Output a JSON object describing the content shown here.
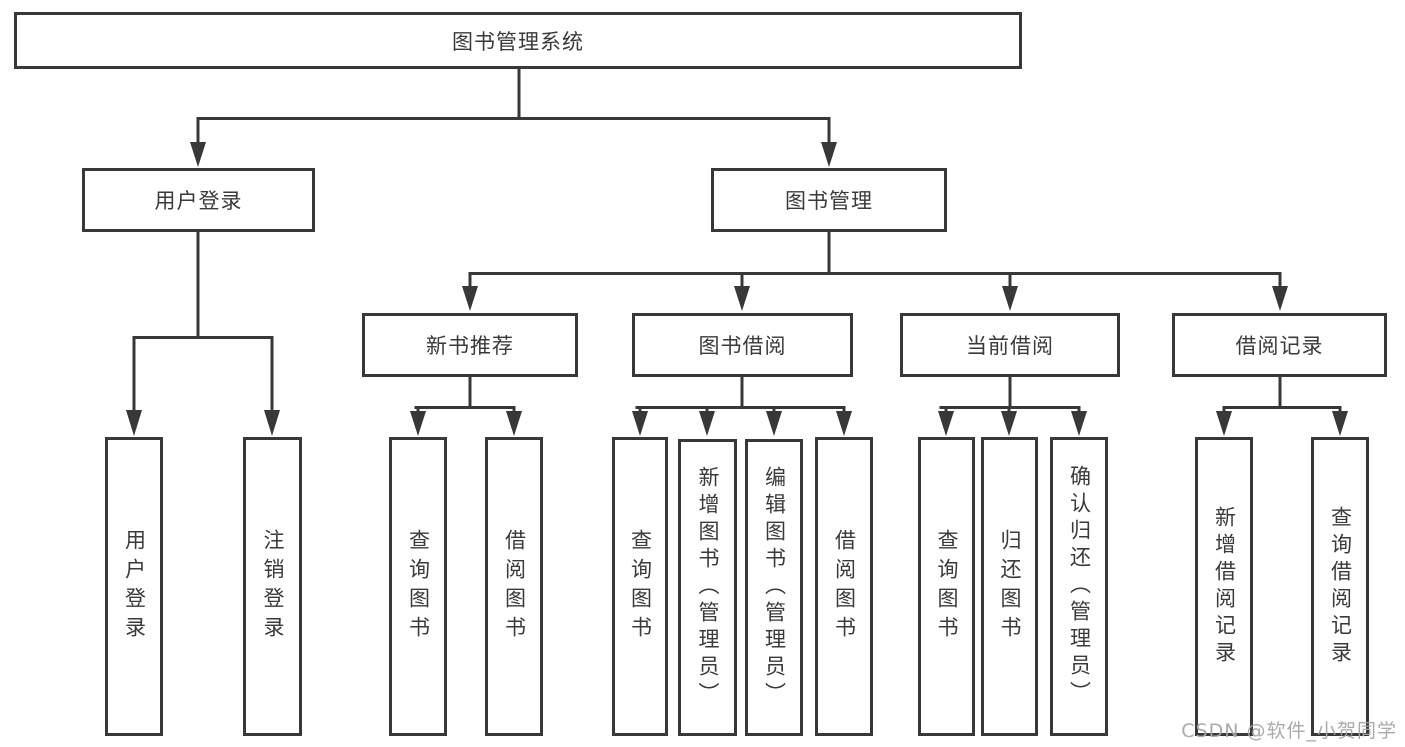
{
  "diagram_title": "图书管理系统",
  "nodes": {
    "root": "图书管理系统",
    "user_login": "用户登录",
    "book_mgmt": "图书管理",
    "new_books": "新书推荐",
    "book_borrow": "图书借阅",
    "current_borrow": "当前借阅",
    "borrow_records": "借阅记录",
    "login": "用户登录",
    "logout": "注销登录",
    "nb_query": "查询图书",
    "nb_borrow": "借阅图书",
    "bb_query": "查询图书",
    "bb_add": "新增图书（管理员）",
    "bb_edit": "编辑图书（管理员）",
    "bb_borrow": "借阅图书",
    "cb_query": "查询图书",
    "cb_return": "归还图书",
    "cb_confirm": "确认归还（管理员）",
    "br_add": "新增借阅记录",
    "br_query": "查询借阅记录"
  },
  "hierarchy": {
    "label": "图书管理系统",
    "children": [
      {
        "label": "用户登录",
        "children": [
          {
            "label": "用户登录"
          },
          {
            "label": "注销登录"
          }
        ]
      },
      {
        "label": "图书管理",
        "children": [
          {
            "label": "新书推荐",
            "children": [
              {
                "label": "查询图书"
              },
              {
                "label": "借阅图书"
              }
            ]
          },
          {
            "label": "图书借阅",
            "children": [
              {
                "label": "查询图书"
              },
              {
                "label": "新增图书（管理员）"
              },
              {
                "label": "编辑图书（管理员）"
              },
              {
                "label": "借阅图书"
              }
            ]
          },
          {
            "label": "当前借阅",
            "children": [
              {
                "label": "查询图书"
              },
              {
                "label": "归还图书"
              },
              {
                "label": "确认归还（管理员）"
              }
            ]
          },
          {
            "label": "借阅记录",
            "children": [
              {
                "label": "新增借阅记录"
              },
              {
                "label": "查询借阅记录"
              }
            ]
          }
        ]
      }
    ]
  },
  "watermark": "CSDN @软件_小贺同学",
  "colors": {
    "line": "#383838",
    "border": "#383838",
    "text": "#3a3a3a",
    "watermark": "#a5a5a5",
    "background": "#ffffff"
  }
}
